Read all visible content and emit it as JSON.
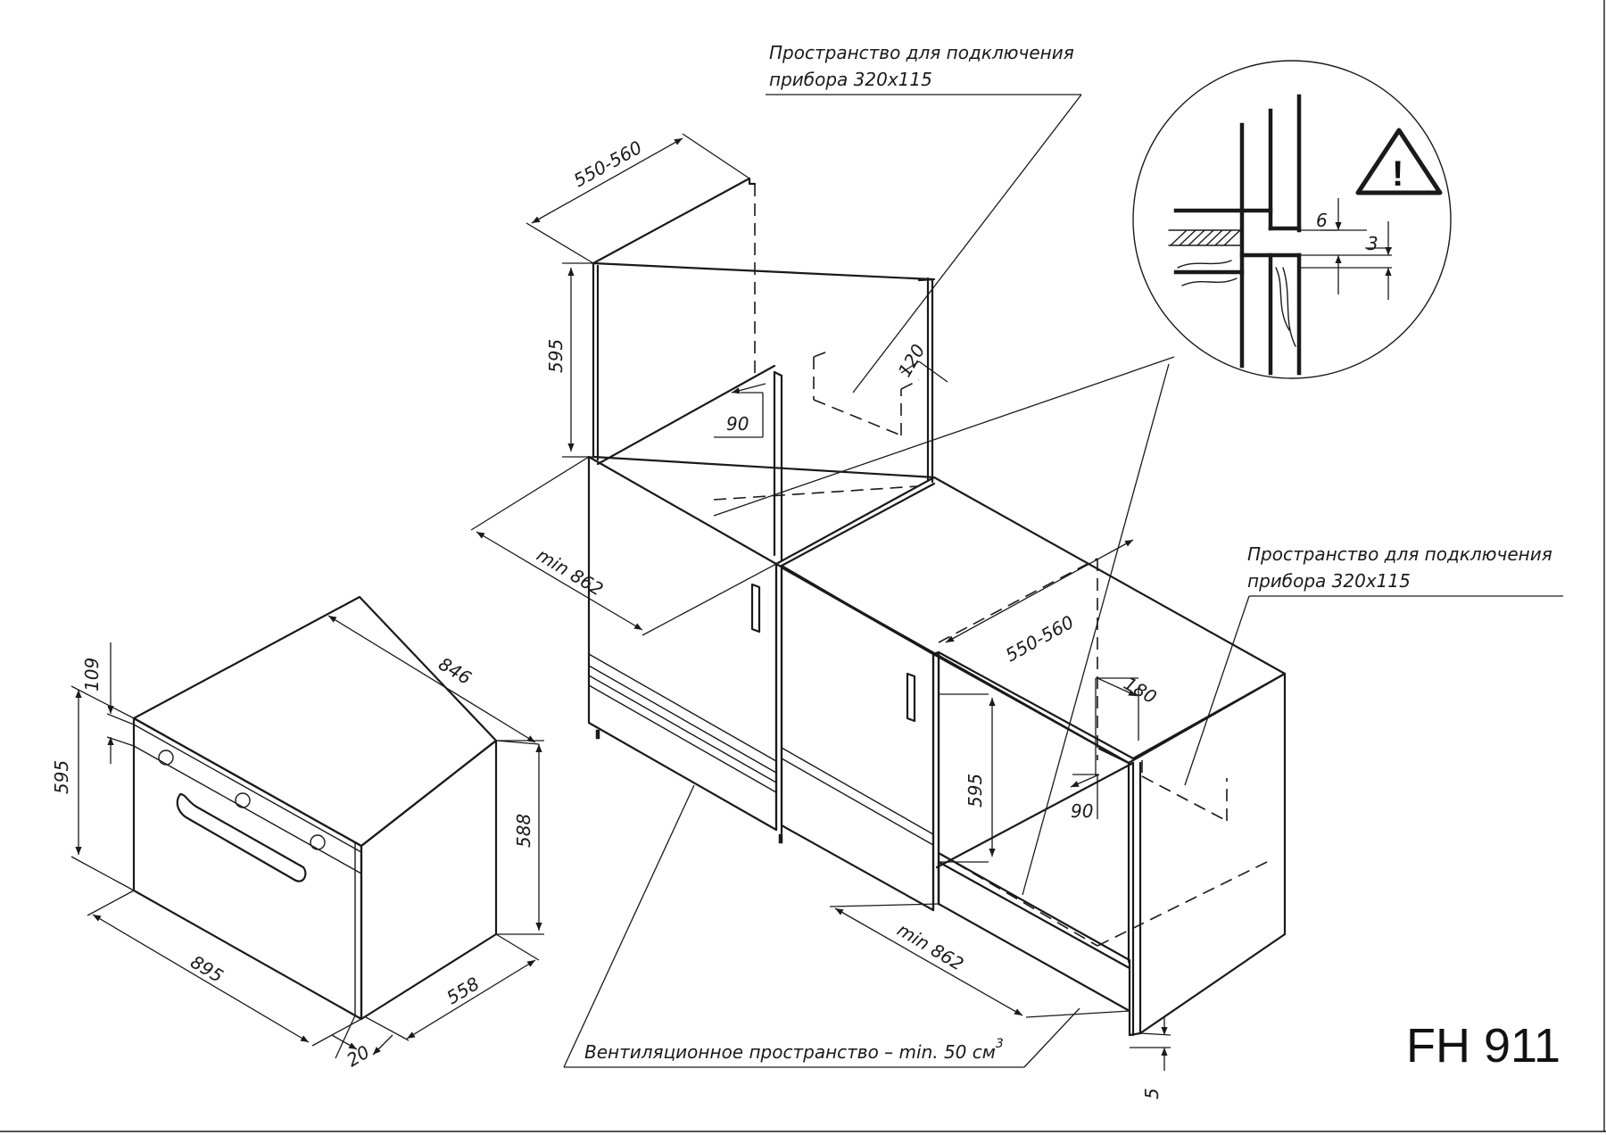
{
  "model": "FH 911",
  "notes": {
    "connection_space_line1": "Пространство для подключения",
    "connection_space_line2": "прибора 320x115",
    "ventilation_space": "Вентиляционное пространство – min. 50 см",
    "ventilation_unit_sup": "3"
  },
  "oven_dimensions": {
    "depth_top": "846",
    "height_front": "595",
    "control_panel": "109",
    "height_side": "588",
    "width": "895",
    "depth": "558",
    "front_thickness": "20"
  },
  "column_unit_dimensions": {
    "depth": "550-560",
    "niche_height": "595",
    "vent_depth": "120",
    "vent_height": "90",
    "width": "min 862"
  },
  "undercounter_dimensions": {
    "depth": "550-560",
    "vent_depth": "180",
    "niche_height": "595",
    "vent_height": "90",
    "width": "min 862",
    "plinth_gap": "5"
  },
  "detail_dimensions": {
    "gap_upper": "6",
    "gap_lower": "3"
  },
  "icons": {
    "warning": "warning-triangle-icon"
  }
}
